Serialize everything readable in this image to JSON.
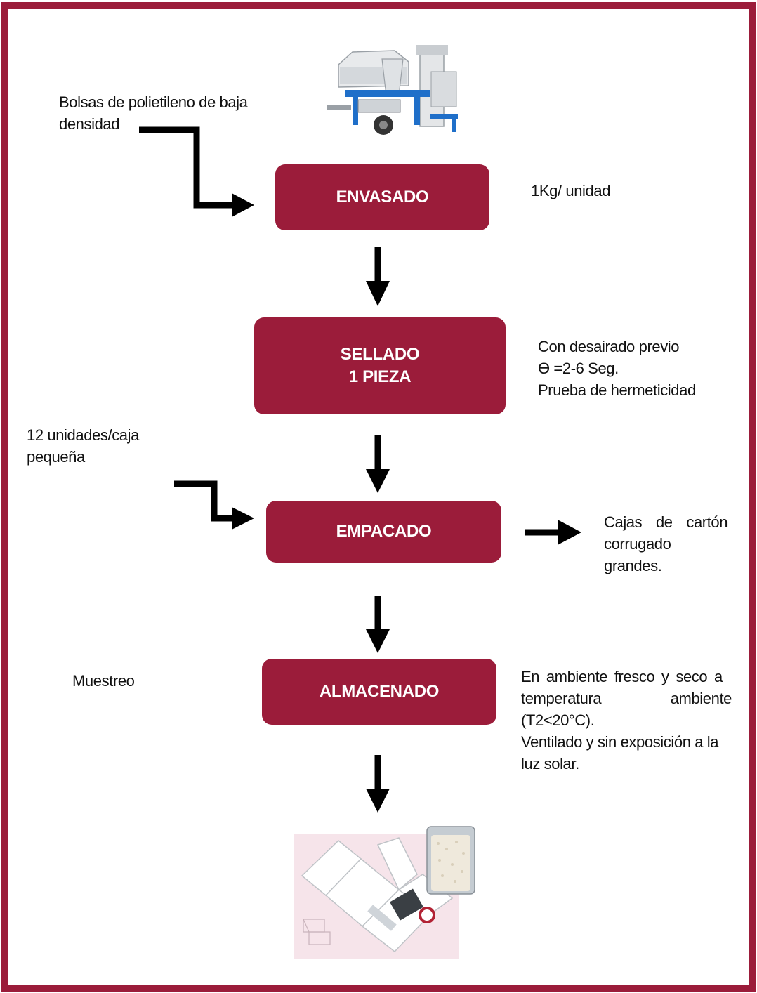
{
  "colors": {
    "frame": "#9b1c3a",
    "box": "#9b1c3a",
    "arrow": "#000000"
  },
  "steps": [
    {
      "id": "envasado",
      "label": "ENVASADO"
    },
    {
      "id": "sellado",
      "lines": [
        "SELLADO",
        "1 PIEZA"
      ]
    },
    {
      "id": "empacado",
      "label": "EMPACADO"
    },
    {
      "id": "almacenado",
      "label": "ALMACENADO"
    }
  ],
  "inputs": {
    "bolsas": [
      "Bolsas de polietileno de baja",
      "densidad"
    ],
    "cajas_pequenas": [
      "12 unidades/caja",
      "pequeña"
    ],
    "muestreo": "Muestreo"
  },
  "notes": {
    "envasado": "1Kg/ unidad",
    "sellado": [
      "Con desairado previo",
      "ϴ =2-6 Seg.",
      "Prueba de hermeticidad"
    ],
    "empacado_output": [
      "Cajas de cartón",
      "corrugado",
      "grandes."
    ],
    "almacenado": [
      "En ambiente fresco y seco a",
      "temperatura ambiente",
      "(T2<20°C).",
      "Ventilado y sin exposición a la",
      "luz solar."
    ]
  },
  "images": {
    "top": "seed-cleaning-machine",
    "bottom": "packaging-box-and-bag"
  }
}
